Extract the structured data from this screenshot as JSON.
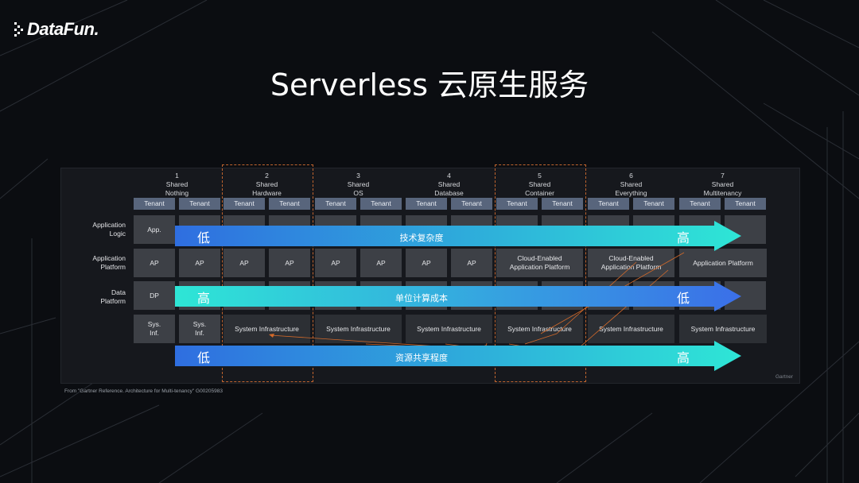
{
  "brand": {
    "name": "DataFun."
  },
  "title": "Serverless 云原生服务",
  "columns": [
    {
      "num": "1",
      "line1": "Shared",
      "line2": "Nothing"
    },
    {
      "num": "2",
      "line1": "Shared",
      "line2": "Hardware"
    },
    {
      "num": "3",
      "line1": "Shared",
      "line2": "OS"
    },
    {
      "num": "4",
      "line1": "Shared",
      "line2": "Database"
    },
    {
      "num": "5",
      "line1": "Shared",
      "line2": "Container"
    },
    {
      "num": "6",
      "line1": "Shared",
      "line2": "Everything"
    },
    {
      "num": "7",
      "line1": "Shared",
      "line2": "Multitenancy"
    }
  ],
  "tenant_label": "Tenant",
  "rows": {
    "app_logic": {
      "l1": "Application",
      "l2": "Logic"
    },
    "app_platform": {
      "l1": "Application",
      "l2": "Platform"
    },
    "data_platform": {
      "l1": "Data",
      "l2": "Platform"
    }
  },
  "cells": {
    "app": "App.",
    "ap": "AP",
    "dp": "DP",
    "sys_l1": "Sys.",
    "sys_l2": "Inf.",
    "sys_infra": "System Infrastructure",
    "cloud_l1": "Cloud-Enabled",
    "cloud_l2": "Application Platform",
    "app_platform": "Application Platform"
  },
  "arrows": [
    {
      "label": "技术复杂度",
      "left": "低",
      "right": "高",
      "color_start": "#2f6ee0",
      "color_end": "#2ee6d6"
    },
    {
      "label": "单位计算成本",
      "left": "高",
      "right": "低",
      "color_start": "#2ee6d6",
      "color_end": "#3b6fe8"
    },
    {
      "label": "资源共享程度",
      "left": "低",
      "right": "高",
      "color_start": "#2f6ee0",
      "color_end": "#2ee6d6"
    }
  ],
  "footnote": "From \"Gartner Reference. Architecture for Multi-tenancy\" G00205983",
  "source": "Gartner",
  "colors": {
    "background": "#0b0d11",
    "tenant": "#58657c",
    "cell": "#3d4046",
    "dash": "#c0642e"
  }
}
